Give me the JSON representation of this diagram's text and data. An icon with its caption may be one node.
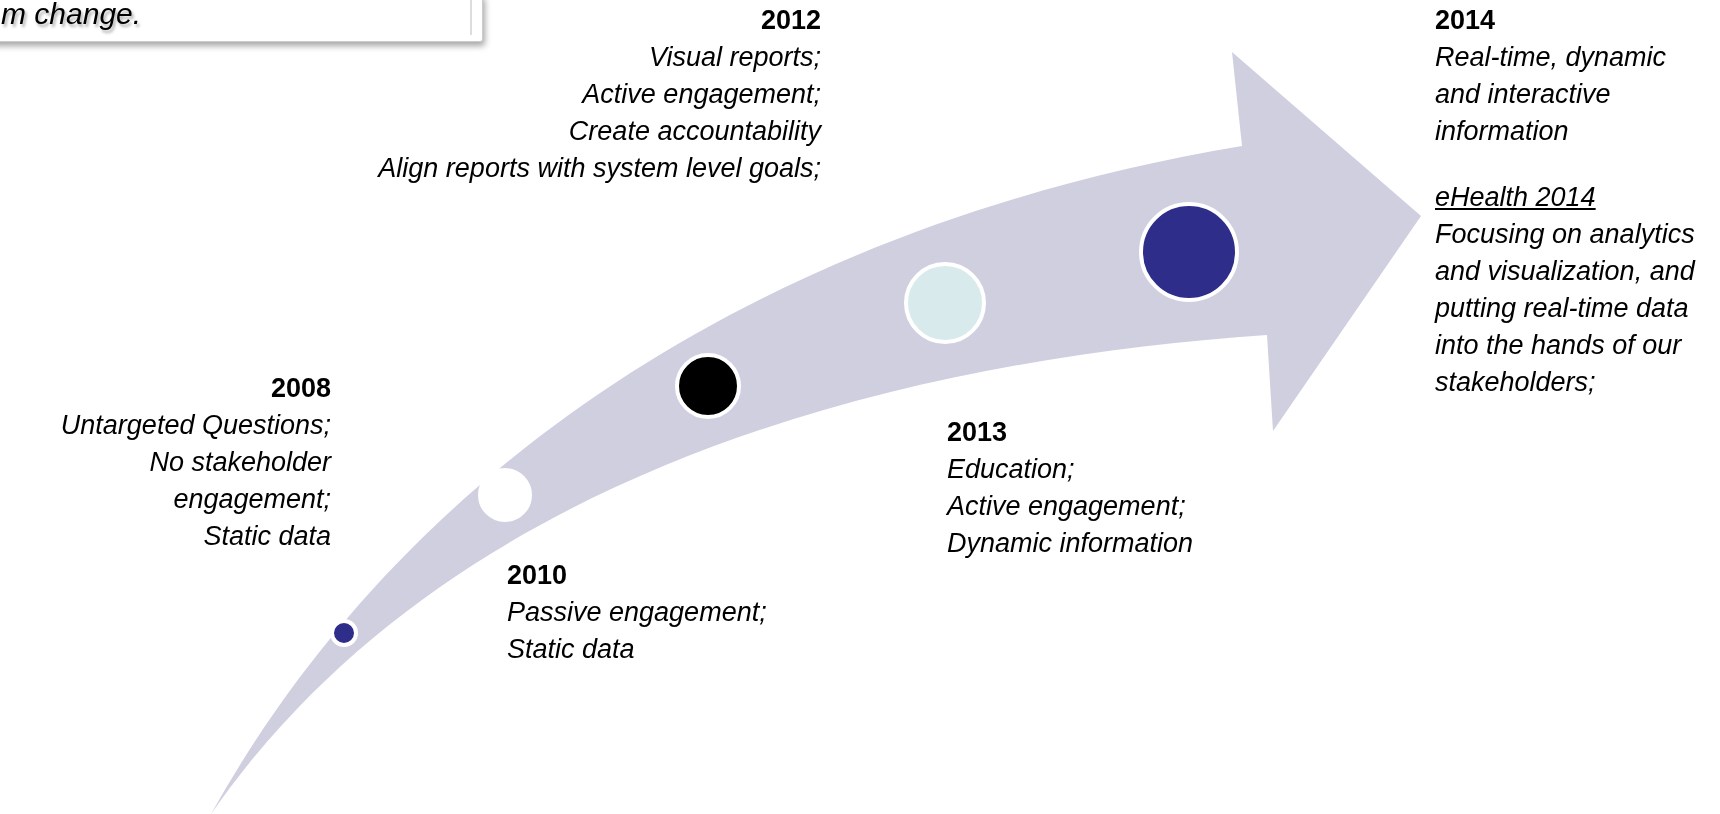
{
  "diagram": {
    "nodes": [
      {
        "text": [],
        "shape": "circle"
      },
      {
        "text": [],
        "shape": "circle"
      },
      {
        "text": [],
        "shape": "circle"
      },
      {
        "text": [],
        "shape": "circle"
      },
      {
        "text": [],
        "shape": "circle"
      }
    ],
    "labels": [
      "m change.",
      "2012",
      "Visual reports;",
      "Active engagement;",
      "Create accountability",
      "Align reports with system level goals;",
      "2014",
      "Real-time, dynamic and interactive information",
      "eHealth 2014",
      "Focusing on analytics and visualization, and putting real-time data into the hands of our stakeholders;",
      "2008",
      "Untargeted Questions;",
      "No stakeholder engagement;",
      "Static data",
      "2013",
      "Education;",
      "Active engagement;",
      "Dynamic information",
      "2010",
      "Passive engagement;",
      "Static data"
    ]
  }
}
